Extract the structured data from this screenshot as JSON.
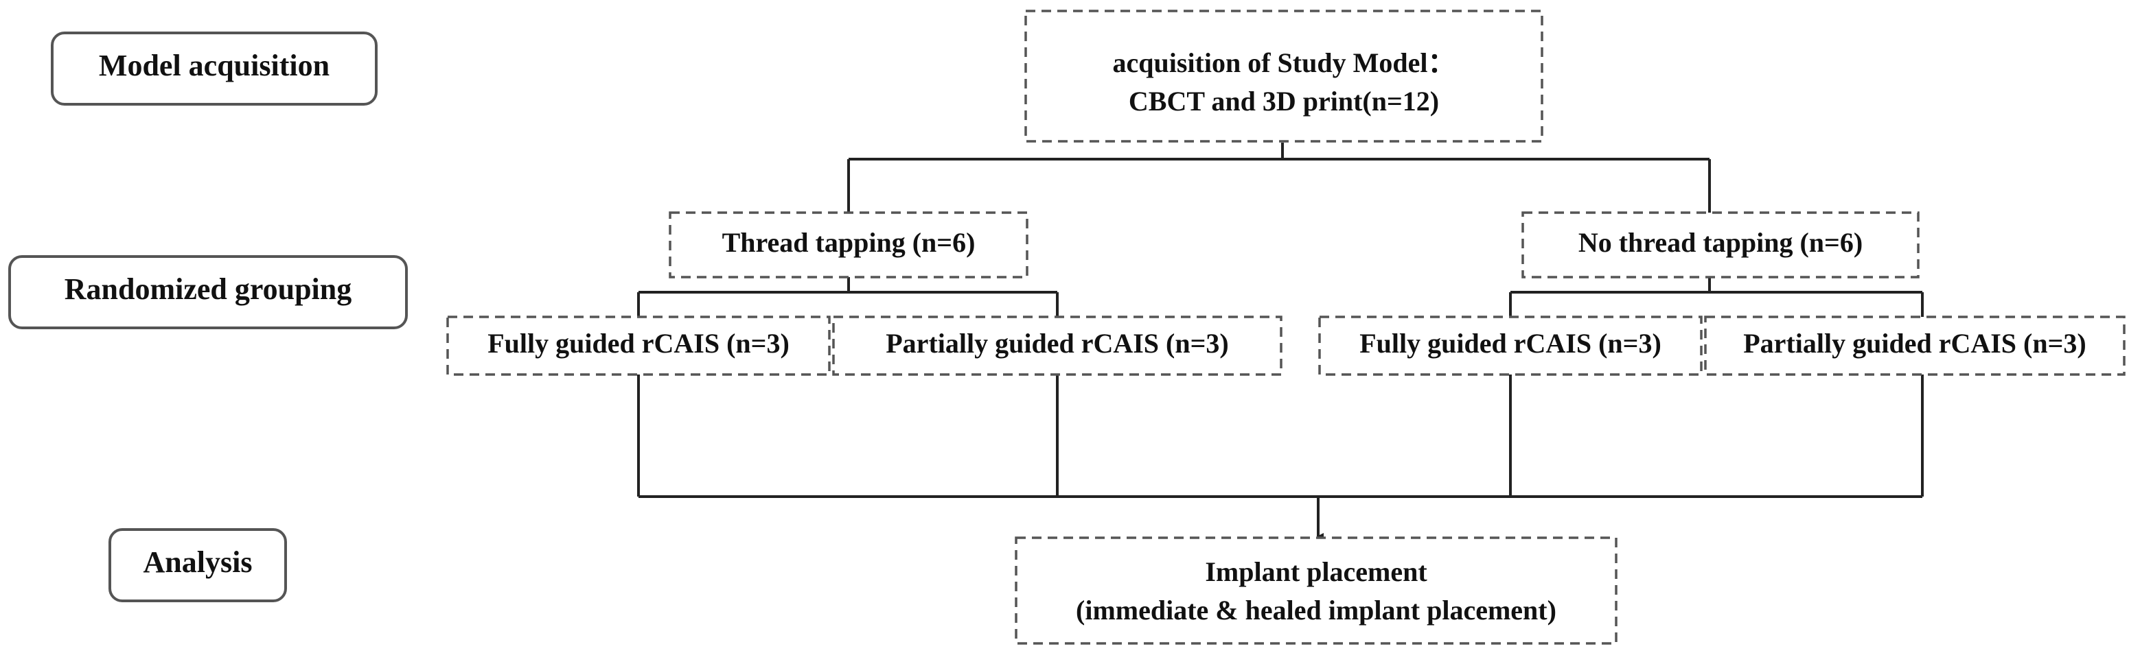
{
  "stages": {
    "model_acquisition": "Model acquisition",
    "randomized_grouping": "Randomized grouping",
    "analysis": "Analysis"
  },
  "study_model": {
    "line1": "acquisition of Study Model：",
    "line2": "CBCT and 3D print(n=12)"
  },
  "groups": {
    "thread_tapping": "Thread tapping (n=6)",
    "no_thread_tapping": "No thread tapping (n=6)"
  },
  "subgroups": {
    "tt_fully": "Fully guided rCAIS (n=3)",
    "tt_partially": "Partially guided rCAIS (n=3)",
    "ntt_fully": "Fully guided rCAIS (n=3)",
    "ntt_partially": "Partially guided rCAIS (n=3)"
  },
  "outcome": {
    "line1": "Implant placement",
    "line2": "(immediate & healed implant placement)"
  }
}
